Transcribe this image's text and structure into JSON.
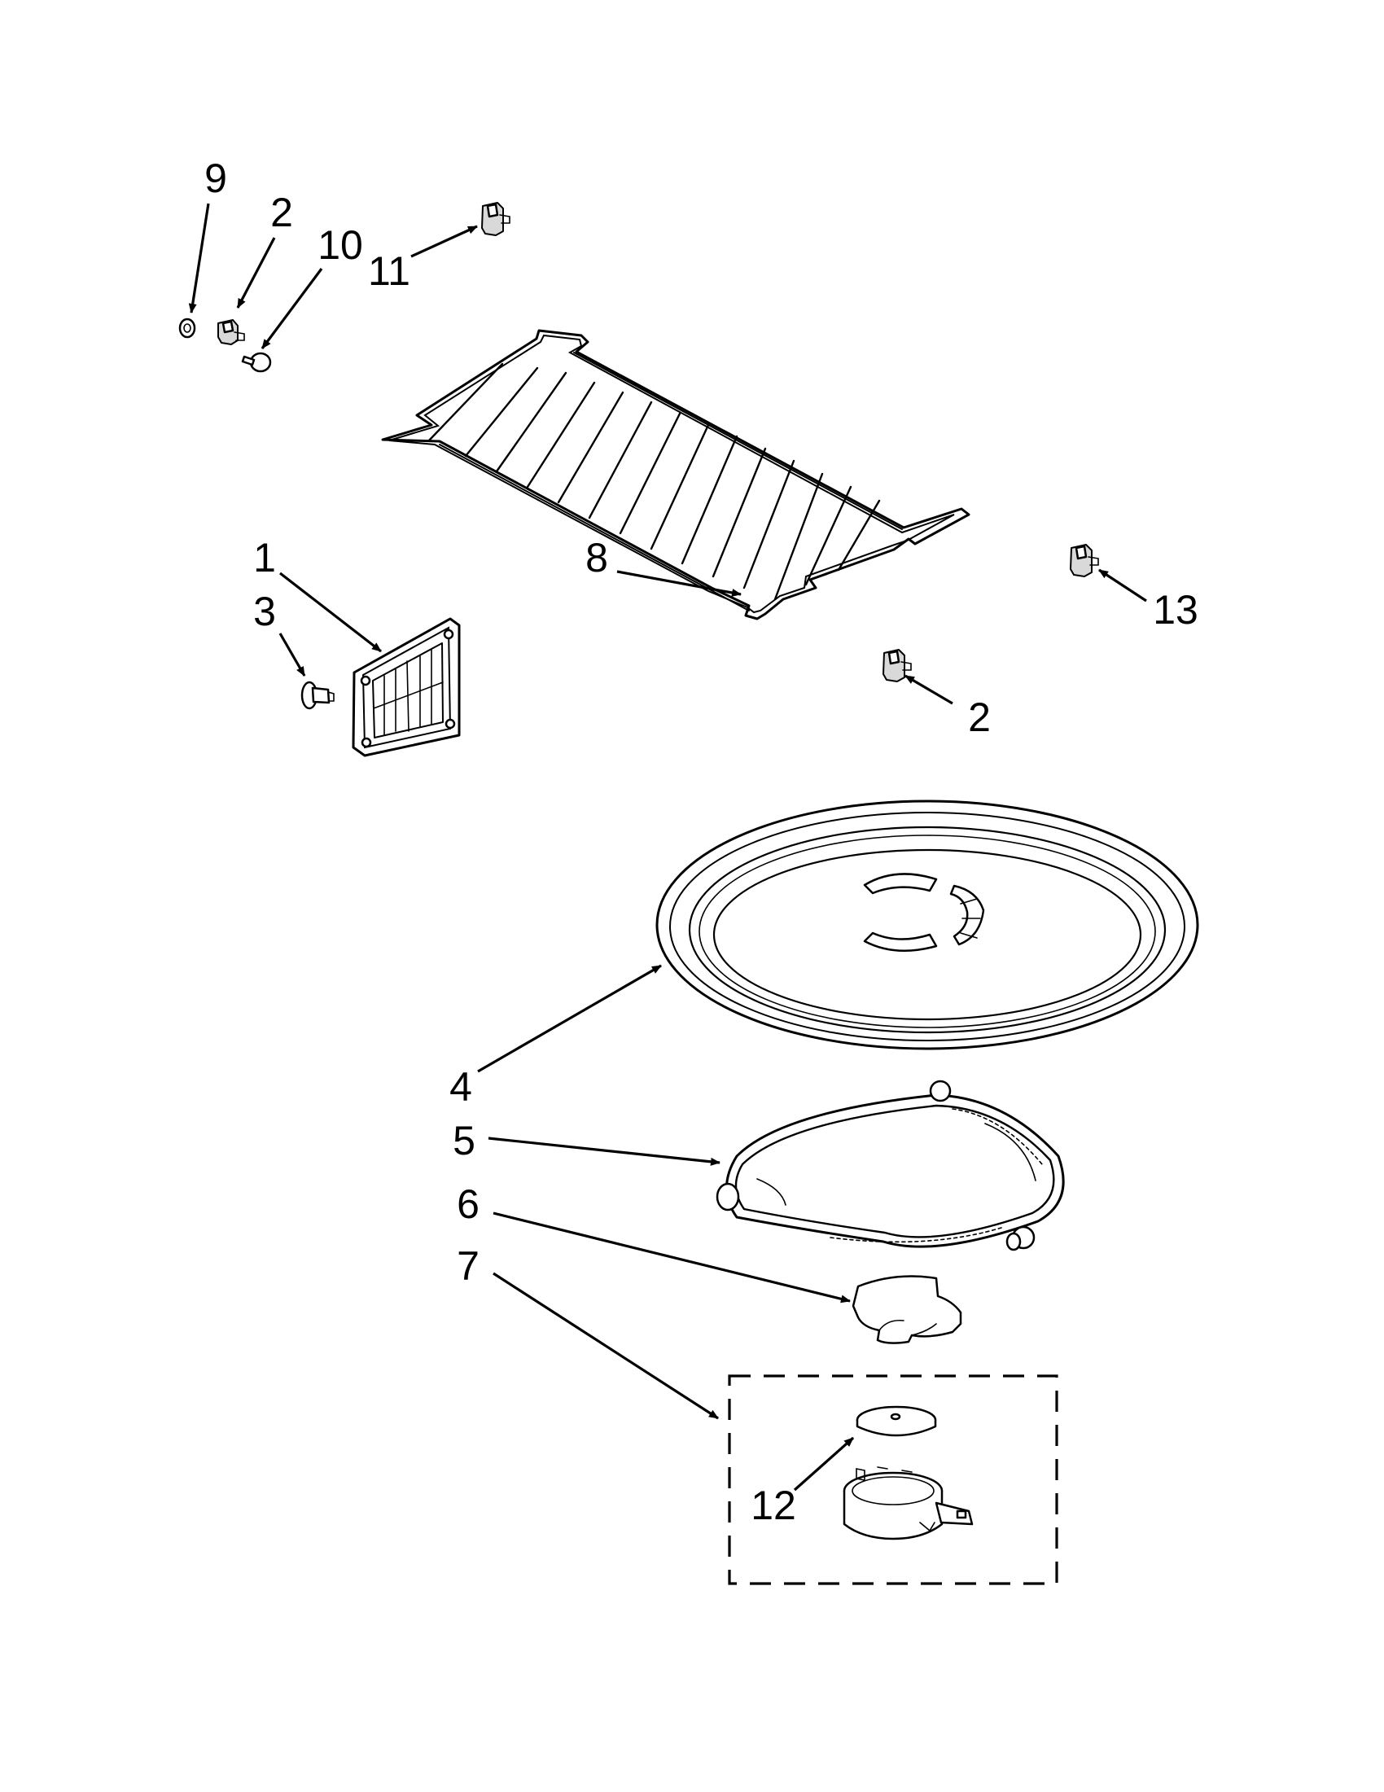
{
  "diagram": {
    "callouts": [
      "9",
      "2",
      "10",
      "11",
      "1",
      "3",
      "8",
      "13",
      "2",
      "4",
      "5",
      "6",
      "7",
      "12"
    ]
  }
}
